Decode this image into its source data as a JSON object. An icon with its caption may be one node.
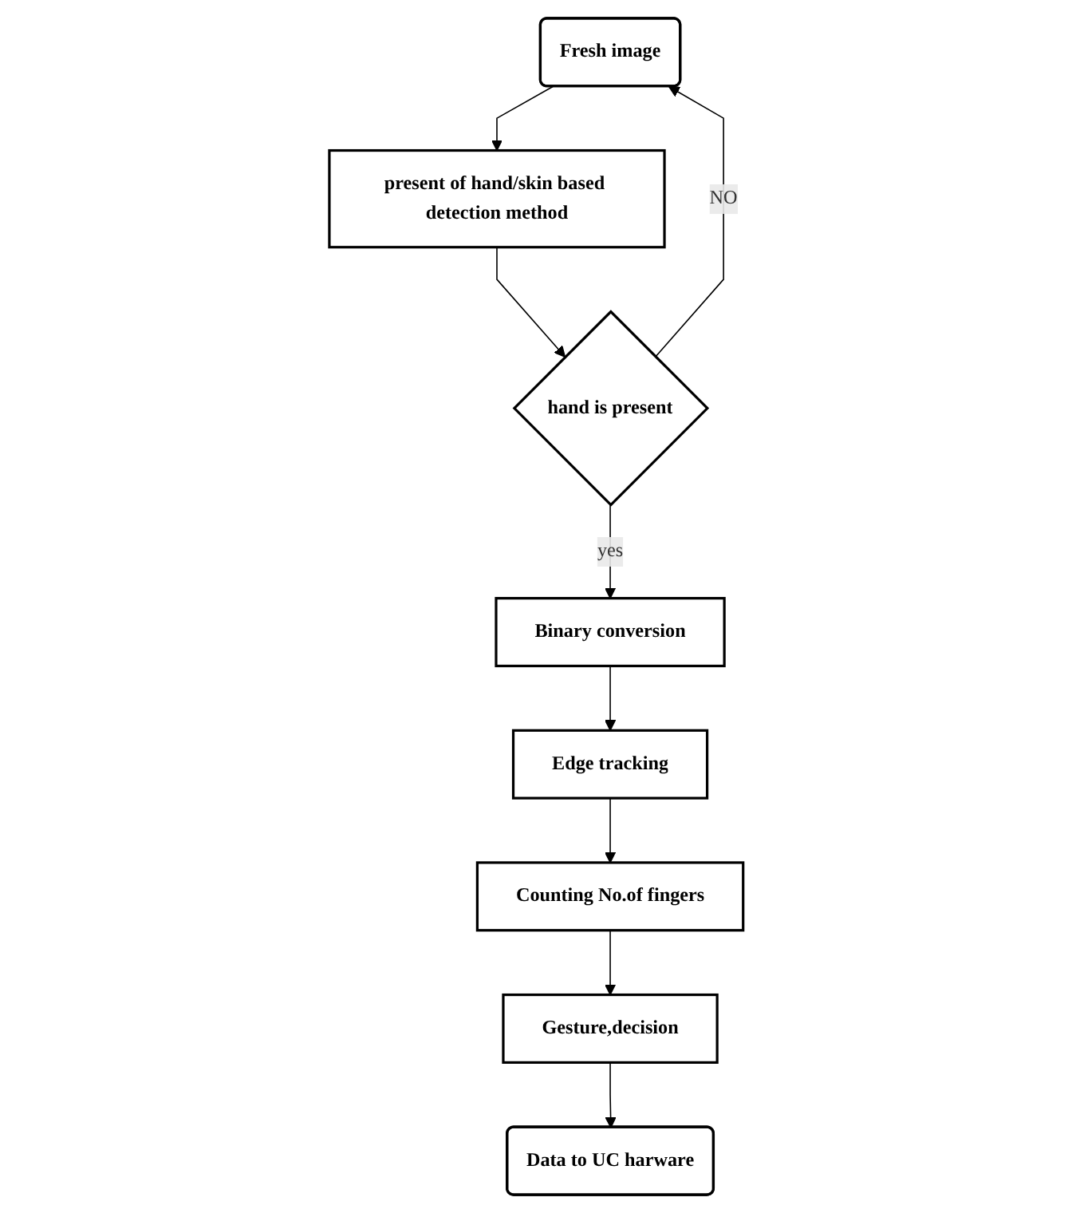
{
  "diagram": {
    "nodes": [
      {
        "text": [
          "Fresh image"
        ]
      },
      {
        "text": [
          "present of hand/skin based detection method"
        ]
      },
      {
        "text": [
          "hand is present"
        ]
      },
      {
        "text": [
          "Binary conversion"
        ]
      },
      {
        "text": [
          "Edge tracking"
        ]
      },
      {
        "text": [
          "Counting No.of fingers"
        ]
      },
      {
        "text": [
          "Gesture,decision"
        ]
      },
      {
        "text": [
          "Data to UC harware"
        ]
      }
    ],
    "edges": [
      {
        "from": 0,
        "to": 1,
        "arrow": "to"
      },
      {
        "from": 1,
        "to": 2,
        "arrow": "to"
      },
      {
        "from": 2,
        "to": 0,
        "arrow": "to",
        "label": "NO"
      },
      {
        "from": 2,
        "to": 3,
        "arrow": "to",
        "label": "yes"
      },
      {
        "from": 3,
        "to": 4,
        "arrow": "to"
      },
      {
        "from": 4,
        "to": 5,
        "arrow": "to"
      },
      {
        "from": 5,
        "to": 6,
        "arrow": "to"
      },
      {
        "from": 6,
        "to": 7,
        "arrow": "to"
      }
    ]
  }
}
